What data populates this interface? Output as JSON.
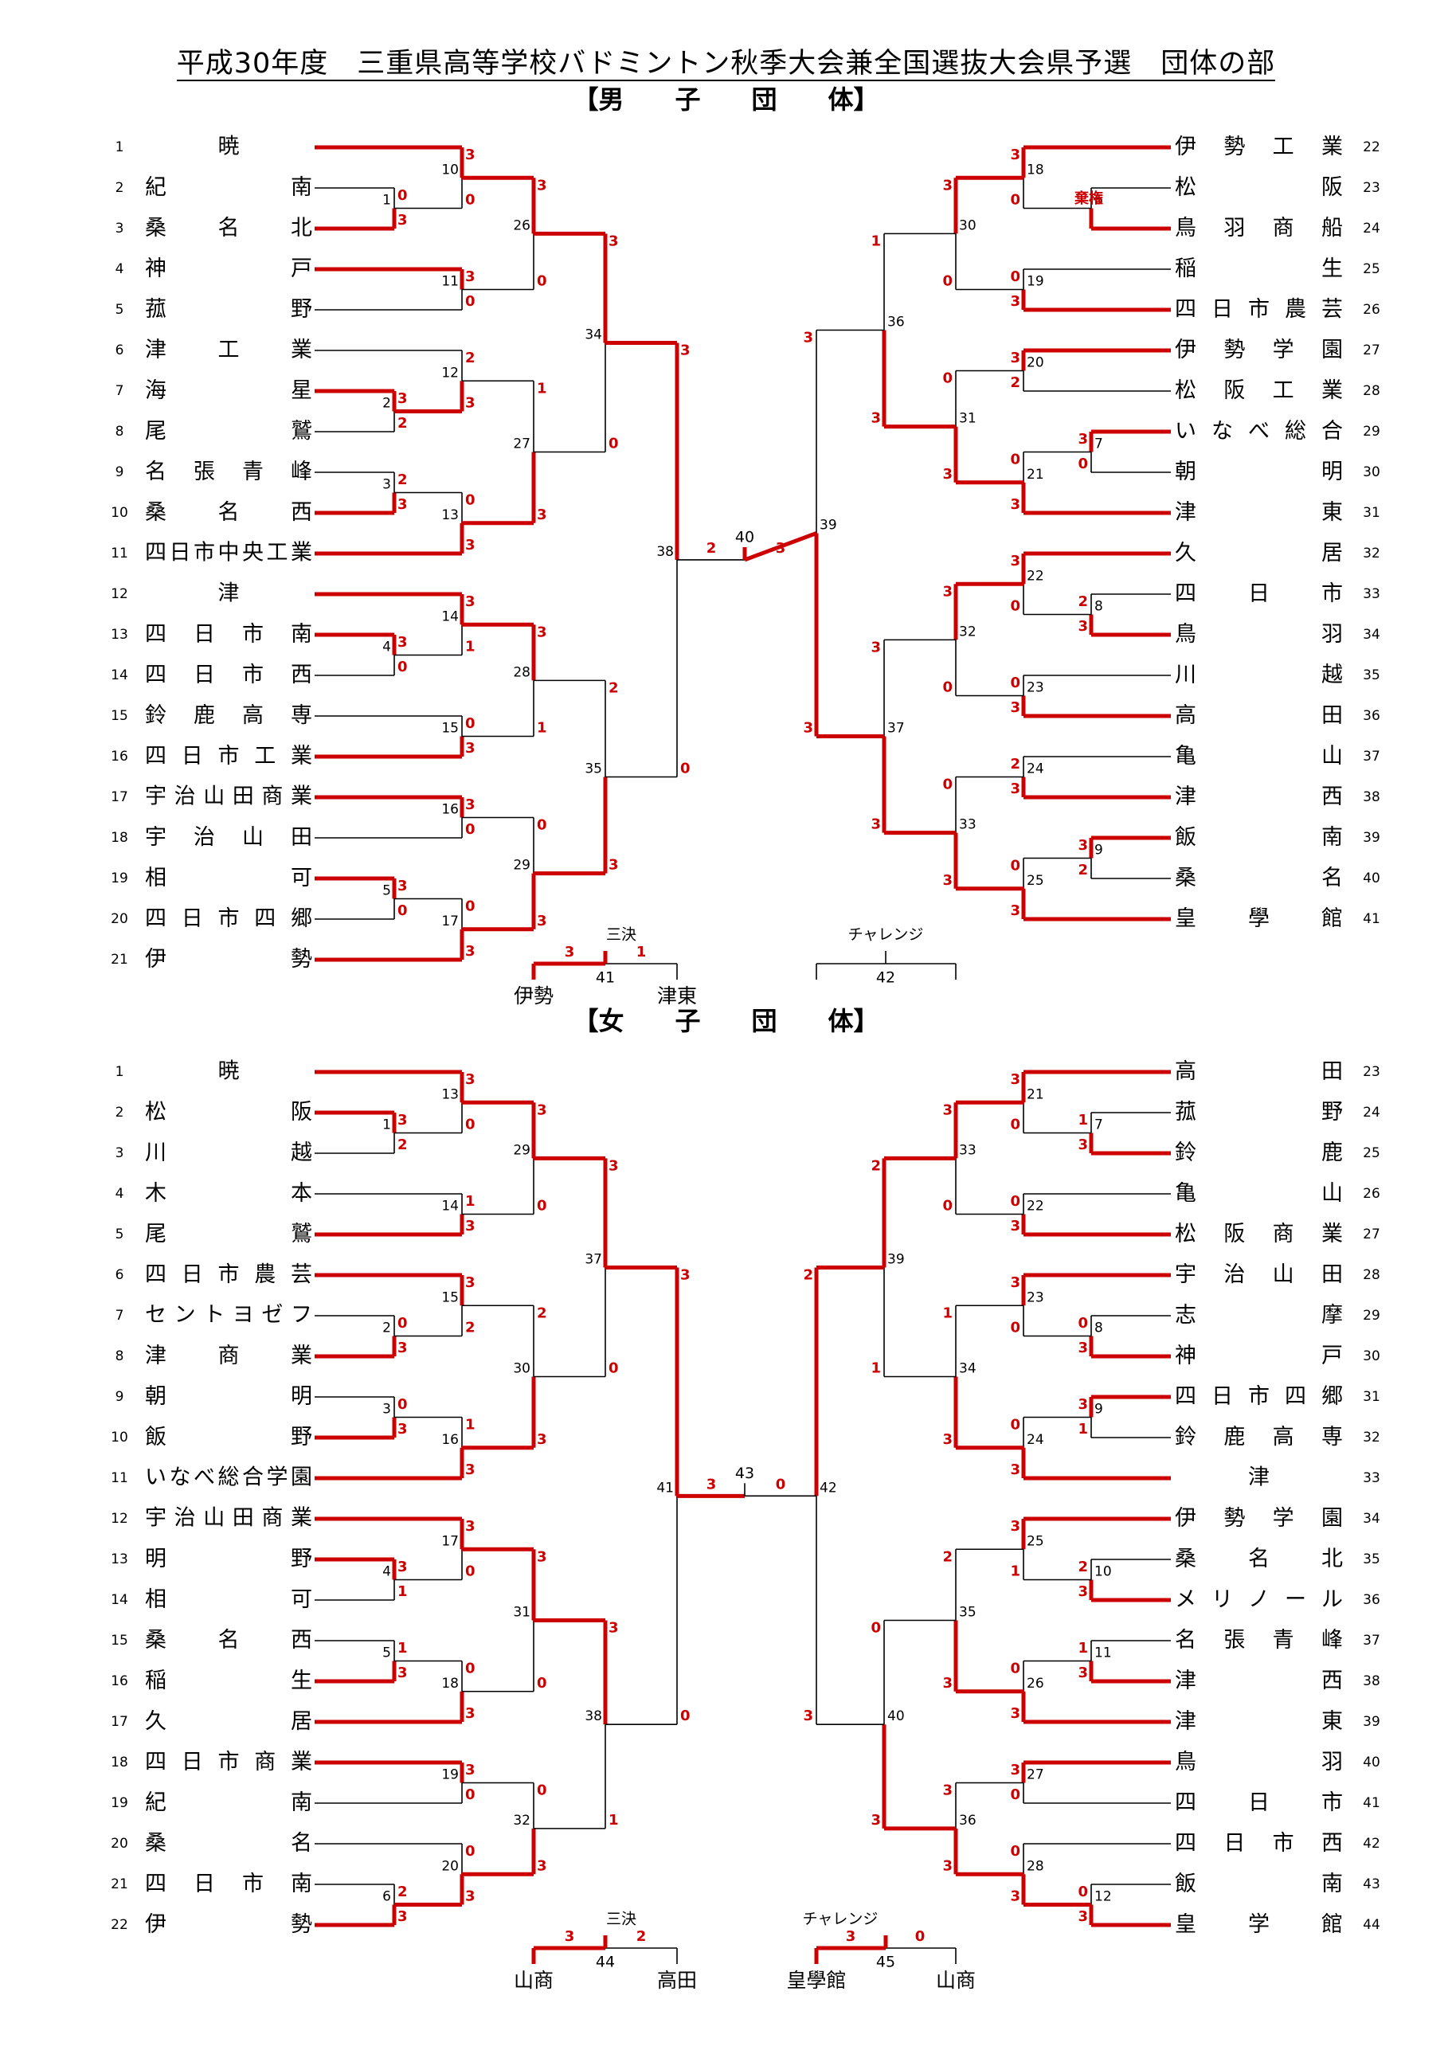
{
  "title": "平成30年度　三重県高等学校バドミントン秋季大会兼全国選抜大会県予選　団体の部",
  "colors": {
    "win": "#cc0000",
    "line": "#000000"
  },
  "boys": {
    "heading": "【男　　子　　団　　体】",
    "left_teams": [
      {
        "seed": "1",
        "name": "暁"
      },
      {
        "seed": "2",
        "name": "紀南"
      },
      {
        "seed": "3",
        "name": "桑名北"
      },
      {
        "seed": "4",
        "name": "神戸"
      },
      {
        "seed": "5",
        "name": "菰野"
      },
      {
        "seed": "6",
        "name": "津工業"
      },
      {
        "seed": "7",
        "name": "海星"
      },
      {
        "seed": "8",
        "name": "尾鷲"
      },
      {
        "seed": "9",
        "name": "名張青峰"
      },
      {
        "seed": "10",
        "name": "桑名西"
      },
      {
        "seed": "11",
        "name": "四日市中央工業"
      },
      {
        "seed": "12",
        "name": "津"
      },
      {
        "seed": "13",
        "name": "四日市南"
      },
      {
        "seed": "14",
        "name": "四日市西"
      },
      {
        "seed": "15",
        "name": "鈴鹿高専"
      },
      {
        "seed": "16",
        "name": "四日市工業"
      },
      {
        "seed": "17",
        "name": "宇治山田商業"
      },
      {
        "seed": "18",
        "name": "宇治山田"
      },
      {
        "seed": "19",
        "name": "相可"
      },
      {
        "seed": "20",
        "name": "四日市四郷"
      },
      {
        "seed": "21",
        "name": "伊勢"
      }
    ],
    "right_teams": [
      {
        "seed": "22",
        "name": "伊勢工業"
      },
      {
        "seed": "23",
        "name": "松阪"
      },
      {
        "seed": "24",
        "name": "鳥羽商船"
      },
      {
        "seed": "25",
        "name": "稲生"
      },
      {
        "seed": "26",
        "name": "四日市農芸"
      },
      {
        "seed": "27",
        "name": "伊勢学園"
      },
      {
        "seed": "28",
        "name": "松阪工業"
      },
      {
        "seed": "29",
        "name": "いなべ総合"
      },
      {
        "seed": "30",
        "name": "朝明"
      },
      {
        "seed": "31",
        "name": "津東"
      },
      {
        "seed": "32",
        "name": "久居"
      },
      {
        "seed": "33",
        "name": "四日市"
      },
      {
        "seed": "34",
        "name": "鳥羽"
      },
      {
        "seed": "35",
        "name": "川越"
      },
      {
        "seed": "36",
        "name": "高田"
      },
      {
        "seed": "37",
        "name": "亀山"
      },
      {
        "seed": "38",
        "name": "津西"
      },
      {
        "seed": "39",
        "name": "飯南"
      },
      {
        "seed": "40",
        "name": "桑名"
      },
      {
        "seed": "41",
        "name": "皇學館"
      }
    ],
    "forfeit_note": "棄権",
    "final": {
      "no": "40",
      "left_score": "2",
      "right_score": "3"
    },
    "third": {
      "label": "三決",
      "no": "41",
      "left": "伊勢",
      "left_score": "3",
      "right": "津東",
      "right_score": "1"
    },
    "challenge": {
      "label": "チャレンジ",
      "no": "42"
    }
  },
  "girls": {
    "heading": "【女　　子　　団　　体】",
    "left_teams": [
      {
        "seed": "1",
        "name": "暁"
      },
      {
        "seed": "2",
        "name": "松阪"
      },
      {
        "seed": "3",
        "name": "川越"
      },
      {
        "seed": "4",
        "name": "木本"
      },
      {
        "seed": "5",
        "name": "尾鷲"
      },
      {
        "seed": "6",
        "name": "四日市農芸"
      },
      {
        "seed": "7",
        "name": "セントヨゼフ"
      },
      {
        "seed": "8",
        "name": "津商業"
      },
      {
        "seed": "9",
        "name": "朝明"
      },
      {
        "seed": "10",
        "name": "飯野"
      },
      {
        "seed": "11",
        "name": "いなべ総合学園"
      },
      {
        "seed": "12",
        "name": "宇治山田商業"
      },
      {
        "seed": "13",
        "name": "明野"
      },
      {
        "seed": "14",
        "name": "相可"
      },
      {
        "seed": "15",
        "name": "桑名西"
      },
      {
        "seed": "16",
        "name": "稲生"
      },
      {
        "seed": "17",
        "name": "久居"
      },
      {
        "seed": "18",
        "name": "四日市商業"
      },
      {
        "seed": "19",
        "name": "紀南"
      },
      {
        "seed": "20",
        "name": "桑名"
      },
      {
        "seed": "21",
        "name": "四日市南"
      },
      {
        "seed": "22",
        "name": "伊勢"
      }
    ],
    "right_teams": [
      {
        "seed": "23",
        "name": "高田"
      },
      {
        "seed": "24",
        "name": "菰野"
      },
      {
        "seed": "25",
        "name": "鈴鹿"
      },
      {
        "seed": "26",
        "name": "亀山"
      },
      {
        "seed": "27",
        "name": "松阪商業"
      },
      {
        "seed": "28",
        "name": "宇治山田"
      },
      {
        "seed": "29",
        "name": "志摩"
      },
      {
        "seed": "30",
        "name": "神戸"
      },
      {
        "seed": "31",
        "name": "四日市四郷"
      },
      {
        "seed": "32",
        "name": "鈴鹿高専"
      },
      {
        "seed": "33",
        "name": "津"
      },
      {
        "seed": "34",
        "name": "伊勢学園"
      },
      {
        "seed": "35",
        "name": "桑名北"
      },
      {
        "seed": "36",
        "name": "メリノール"
      },
      {
        "seed": "37",
        "name": "名張青峰"
      },
      {
        "seed": "38",
        "name": "津西"
      },
      {
        "seed": "39",
        "name": "津東"
      },
      {
        "seed": "40",
        "name": "鳥羽"
      },
      {
        "seed": "41",
        "name": "四日市"
      },
      {
        "seed": "42",
        "name": "四日市西"
      },
      {
        "seed": "43",
        "name": "飯南"
      },
      {
        "seed": "44",
        "name": "皇学館"
      }
    ],
    "final": {
      "no": "43",
      "left_score": "3",
      "right_score": "0"
    },
    "third": {
      "label": "三決",
      "no": "44",
      "left": "山商",
      "left_score": "3",
      "right": "高田",
      "right_score": "2"
    },
    "challenge": {
      "label": "チャレンジ",
      "no": "45",
      "left": "皇學館",
      "left_score": "3",
      "right": "山商",
      "right_score": "0"
    }
  }
}
